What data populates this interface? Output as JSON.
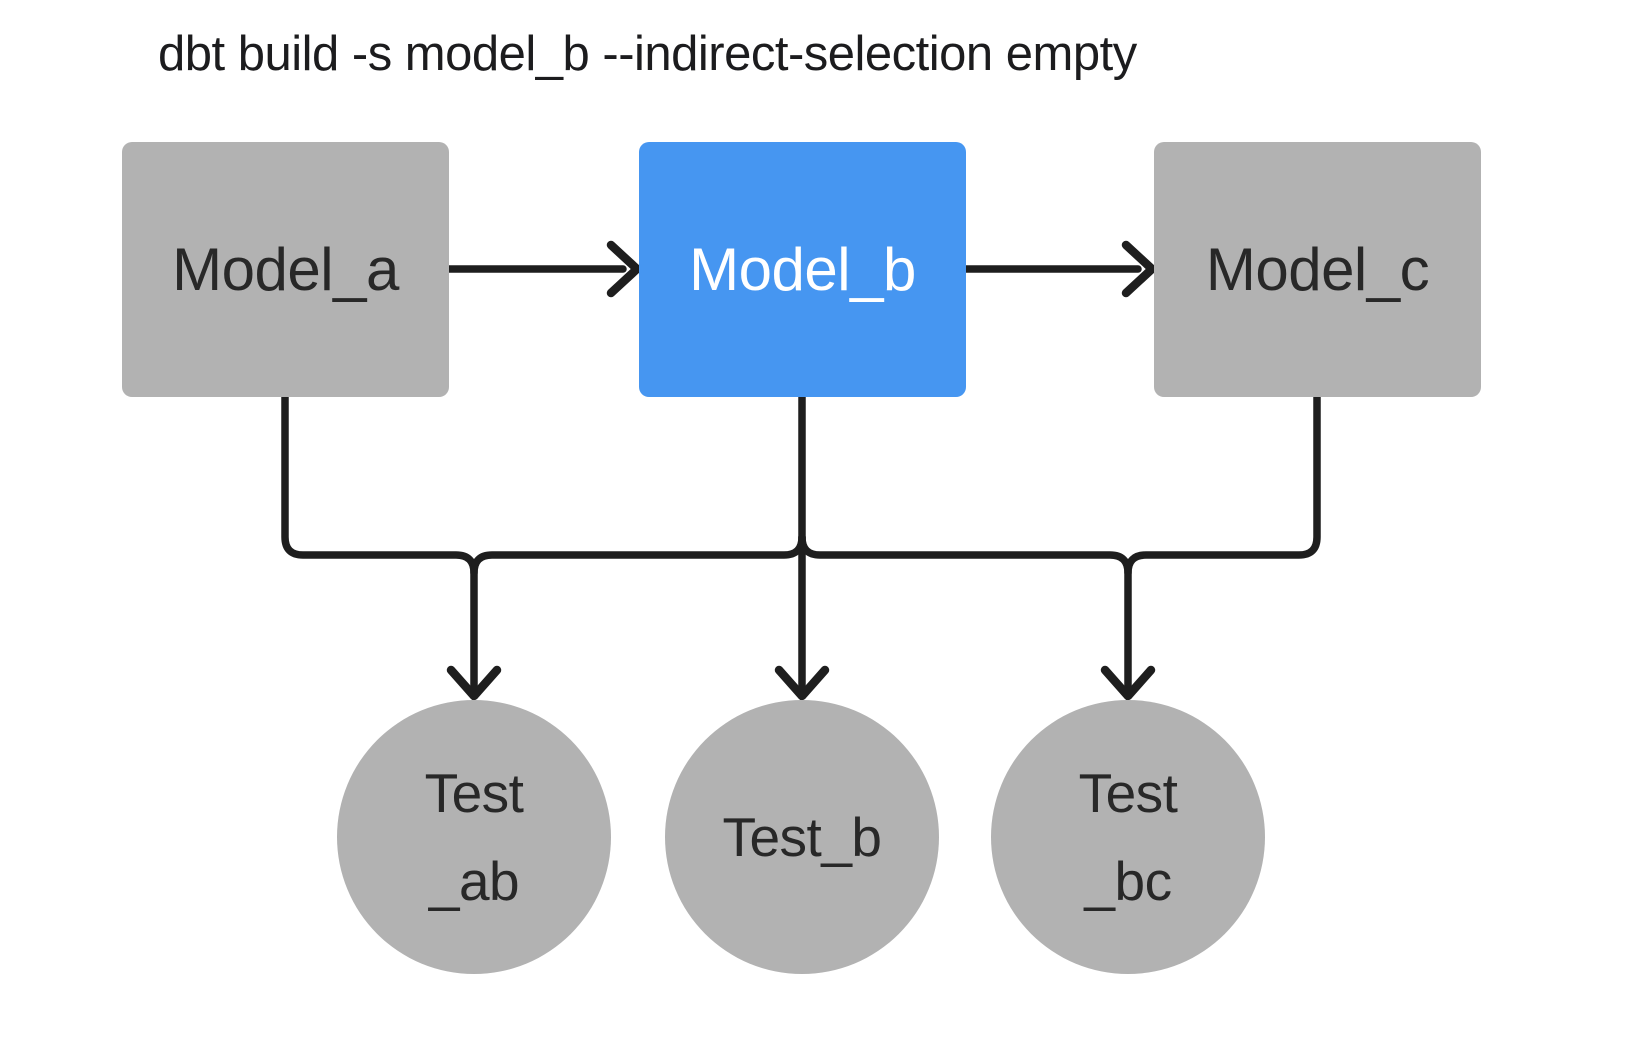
{
  "title": "dbt build -s model_b --indirect-selection empty",
  "colors": {
    "background": "#ffffff",
    "node_gray": "#b2b2b2",
    "selected_blue": "#4696f1",
    "edge_line": "#1e1e1e",
    "text_dark": "#282828",
    "text_on_blue": "#ffffff",
    "title_text": "#1c1c1e"
  },
  "models": [
    {
      "id": "model_a",
      "label": "Model_a",
      "selected": false
    },
    {
      "id": "model_b",
      "label": "Model_b",
      "selected": true
    },
    {
      "id": "model_c",
      "label": "Model_c",
      "selected": false
    }
  ],
  "tests": [
    {
      "id": "test_ab",
      "lines": [
        "Test",
        "_ab"
      ]
    },
    {
      "id": "test_b",
      "lines": [
        "Test_b"
      ]
    },
    {
      "id": "test_bc",
      "lines": [
        "Test",
        "_bc"
      ]
    }
  ],
  "edges": [
    {
      "from": "model_a",
      "to": "model_b"
    },
    {
      "from": "model_b",
      "to": "model_c"
    },
    {
      "from": "model_a",
      "to": "test_ab"
    },
    {
      "from": "model_b",
      "to": "test_ab"
    },
    {
      "from": "model_b",
      "to": "test_b"
    },
    {
      "from": "model_b",
      "to": "test_bc"
    },
    {
      "from": "model_c",
      "to": "test_bc"
    }
  ]
}
